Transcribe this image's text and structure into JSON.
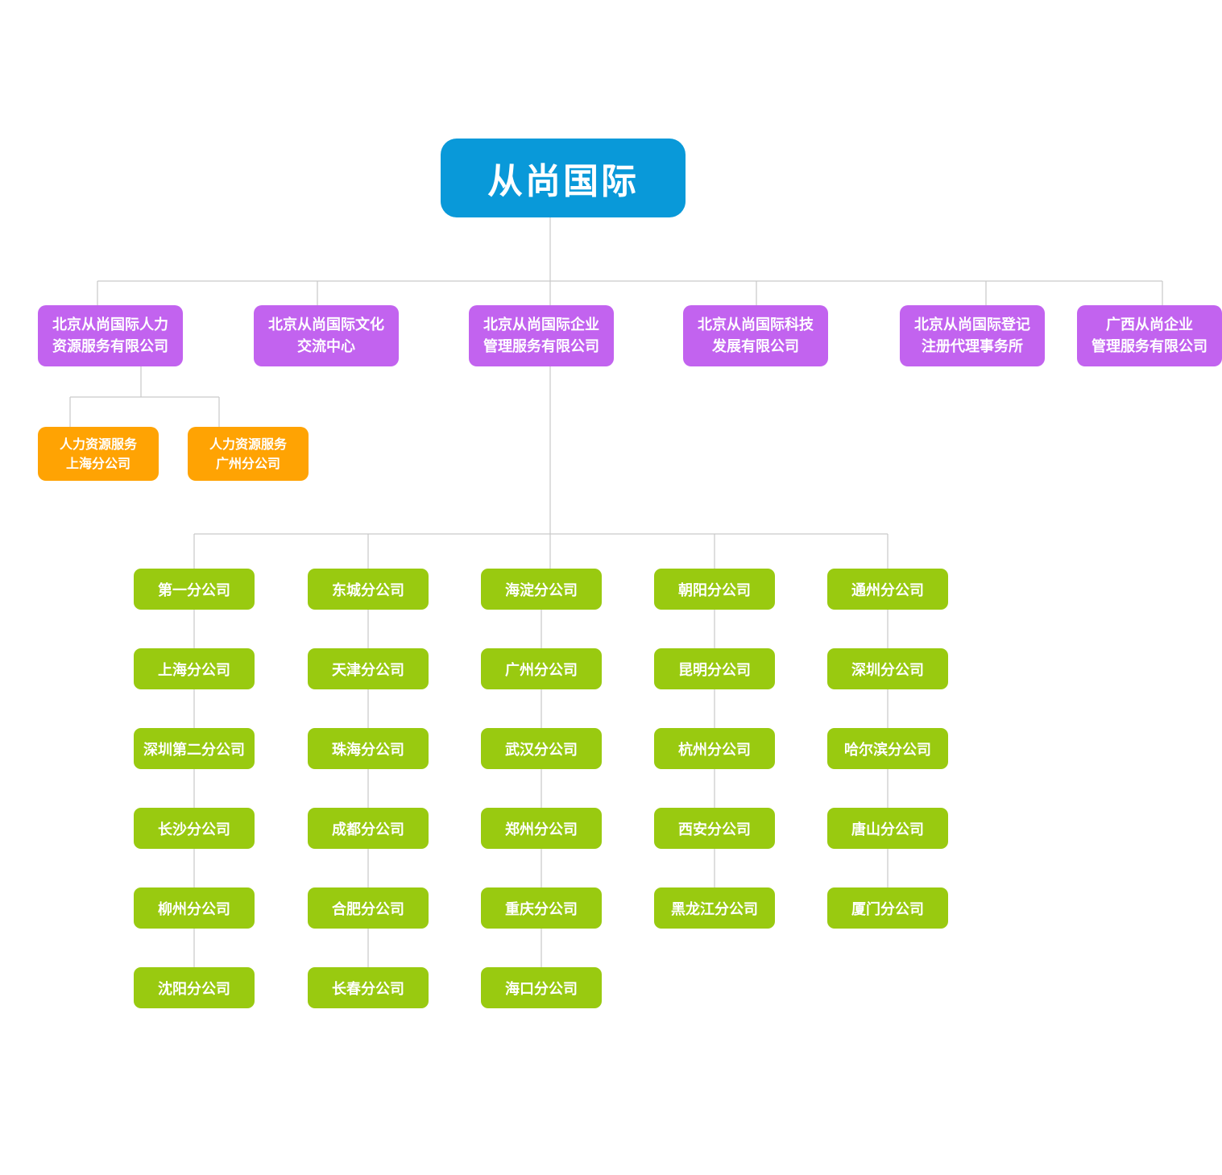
{
  "chart_type": "org-chart",
  "root": {
    "label": "从尚国际"
  },
  "branches": [
    {
      "label": "北京从尚国际人力\n资源服务有限公司"
    },
    {
      "label": "北京从尚国际文化\n交流中心"
    },
    {
      "label": "北京从尚国际企业\n管理服务有限公司"
    },
    {
      "label": "北京从尚国际科技\n发展有限公司"
    },
    {
      "label": "北京从尚国际登记\n注册代理事务所"
    },
    {
      "label": "广西从尚企业\n管理服务有限公司"
    }
  ],
  "hr_subsidiaries": [
    {
      "label": "人力资源服务\n上海分公司"
    },
    {
      "label": "人力资源服务\n广州分公司"
    }
  ],
  "leaf_columns": [
    [
      "第一分公司",
      "上海分公司",
      "深圳第二分公司",
      "长沙分公司",
      "柳州分公司",
      "沈阳分公司"
    ],
    [
      "东城分公司",
      "天津分公司",
      "珠海分公司",
      "成都分公司",
      "合肥分公司",
      "长春分公司"
    ],
    [
      "海淀分公司",
      "广州分公司",
      "武汉分公司",
      "郑州分公司",
      "重庆分公司",
      "海口分公司"
    ],
    [
      "朝阳分公司",
      "昆明分公司",
      "杭州分公司",
      "西安分公司",
      "黑龙江分公司"
    ],
    [
      "通州分公司",
      "深圳分公司",
      "哈尔滨分公司",
      "唐山分公司",
      "厦门分公司"
    ]
  ],
  "colors": {
    "root": "#0999d9",
    "branch": "#c263ef",
    "subsidiary": "#ffa303",
    "leaf": "#99ca10",
    "connector": "#c9c9c9",
    "text": "#ffffff",
    "background": "#ffffff"
  }
}
